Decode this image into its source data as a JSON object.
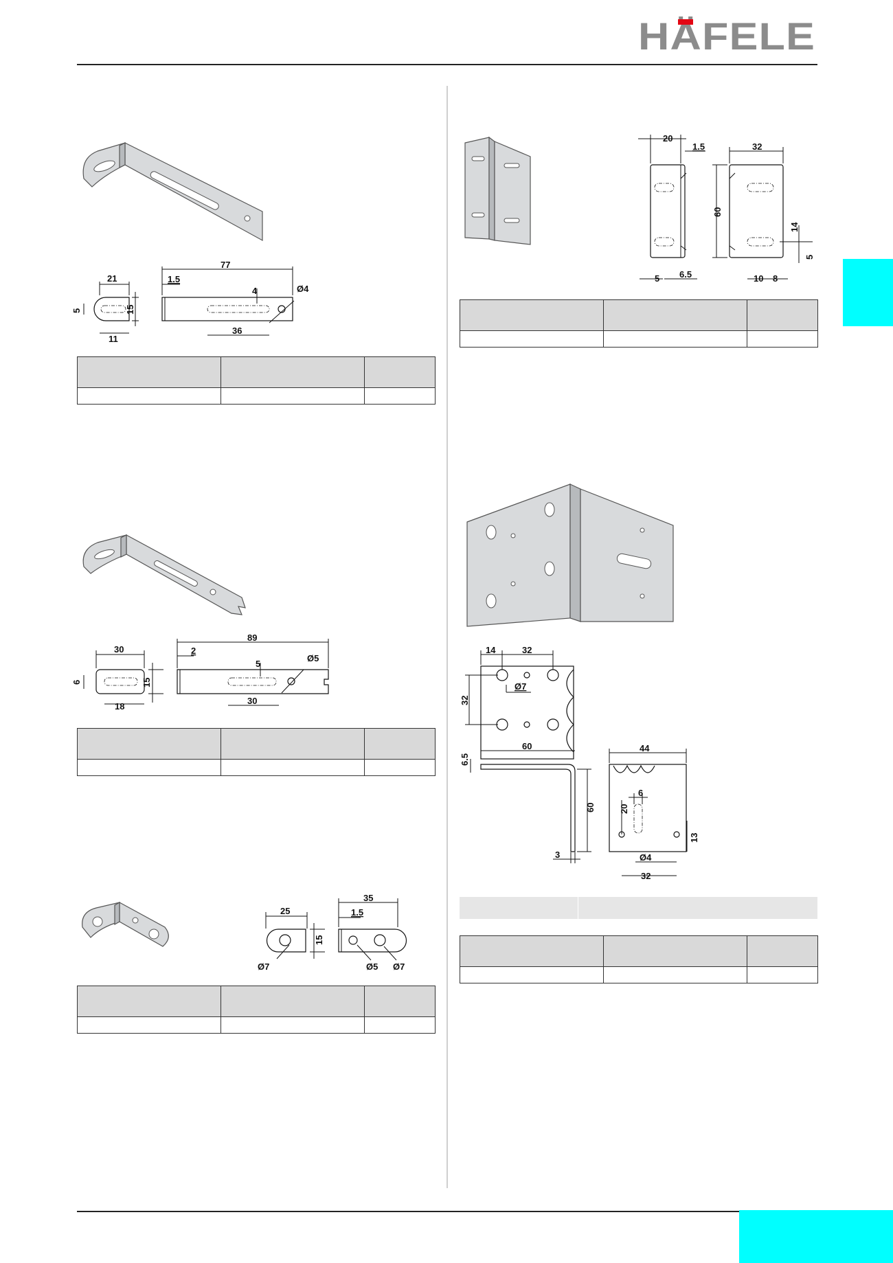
{
  "brand": {
    "logo_text": "HÄFELE",
    "colors": {
      "logo_grey": "#8c8c8c",
      "logo_red": "#e30613",
      "accent": "#00ffff"
    }
  },
  "products": [
    {
      "id": "bracket-77",
      "dimensions": [
        "77",
        "1.5",
        "21",
        "5",
        "15",
        "4",
        "Ø4",
        "11",
        "36"
      ],
      "table": {
        "header": [
          "",
          "",
          ""
        ],
        "row": [
          "",
          "",
          ""
        ]
      }
    },
    {
      "id": "bracket-89",
      "dimensions": [
        "89",
        "2",
        "30",
        "6",
        "15",
        "5",
        "Ø5",
        "18",
        "30"
      ],
      "table": {
        "header": [
          "",
          "",
          ""
        ],
        "row": [
          "",
          "",
          ""
        ]
      }
    },
    {
      "id": "bracket-35",
      "dimensions": [
        "35",
        "1.5",
        "25",
        "15",
        "Ø7",
        "Ø5",
        "Ø7"
      ],
      "table": {
        "header": [
          "",
          "",
          ""
        ],
        "row": [
          "",
          "",
          ""
        ]
      }
    },
    {
      "id": "bracket-60x32",
      "dimensions": [
        "20",
        "1.5",
        "32",
        "60",
        "5",
        "14",
        "5",
        "6.5",
        "10",
        "8"
      ],
      "table": {
        "header": [
          "",
          "",
          ""
        ],
        "row": [
          "",
          "",
          ""
        ]
      }
    },
    {
      "id": "corner-60x44",
      "dimensions": [
        "14",
        "32",
        "32",
        "Ø7",
        "6.5",
        "60",
        "44",
        "6",
        "20",
        "60",
        "13",
        "3",
        "Ø4",
        "32"
      ],
      "band": [
        "",
        ""
      ],
      "table": {
        "header": [
          "",
          "",
          ""
        ],
        "row": [
          "",
          "",
          ""
        ]
      }
    }
  ]
}
